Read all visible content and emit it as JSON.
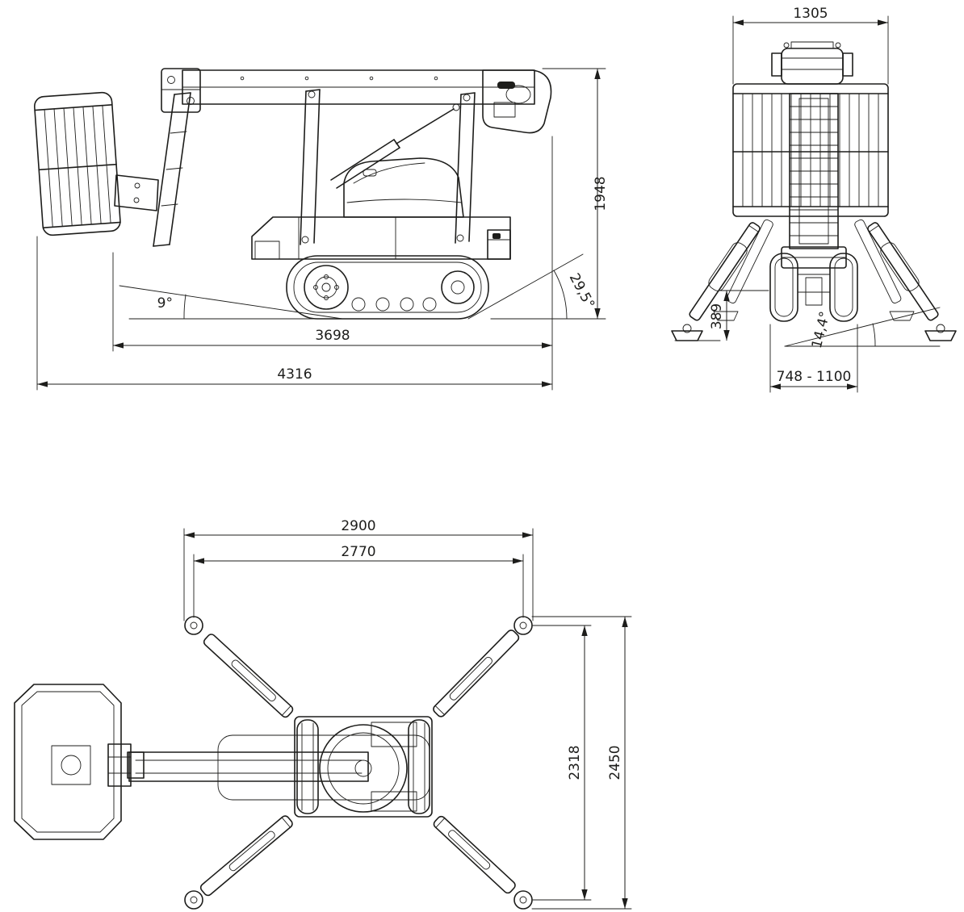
{
  "drawing": {
    "line_color": "#1d1d1b",
    "background": "#ffffff",
    "subject": "tracked-spider-boom-lift"
  },
  "side_view": {
    "label": "side-elevation",
    "dims": {
      "overall_height": "1948",
      "length_to_boom_head": "3698",
      "overall_length": "4316",
      "approach_angle": "9°",
      "departure_angle": "29,5°"
    }
  },
  "front_view": {
    "label": "front-elevation",
    "dims": {
      "overall_width": "1305",
      "ground_clearance": "389",
      "tilt_angle": "14,4°",
      "track_width_range": "748 - 1100"
    }
  },
  "top_view": {
    "label": "plan-view",
    "dims": {
      "footprint_width_outer": "2900",
      "footprint_width_inner": "2770",
      "footprint_length_inner": "2318",
      "footprint_length_outer": "2450"
    }
  }
}
